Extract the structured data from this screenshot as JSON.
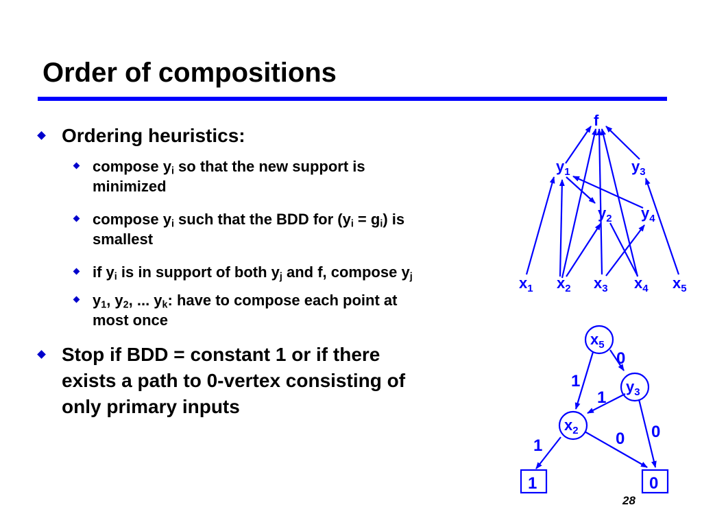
{
  "slide": {
    "title": "Order of compositions",
    "page_number": "28"
  },
  "bullets": {
    "main1": "Ordering heuristics:",
    "sub1": {
      "pre": "compose y",
      "s1": "i",
      "post": " so that the new support is",
      "line2": "minimized"
    },
    "sub2": {
      "pre": "compose y",
      "s1": "i",
      "mid1": " such that the BDD for (y",
      "s2": "i",
      "mid2": " = g",
      "s3": "i",
      "post": ") is",
      "line2": "smallest"
    },
    "sub3": {
      "pre": "if y",
      "s1": "i",
      "mid1": " is in support of both y",
      "s2": "j",
      "mid2": " and f, compose y",
      "s3": "j"
    },
    "sub4": {
      "t1": "y",
      "s1": "1",
      "t2": ", y",
      "s2": "2",
      "t3": ", ... y",
      "s3": "k",
      "post": ": have to compose each point at",
      "line2": "most once"
    },
    "main2": {
      "line1": "Stop if BDD = constant 1 or if there",
      "line2": "exists a path to 0-vertex consisting of",
      "line3": "only primary inputs"
    }
  },
  "network": {
    "f": "f",
    "y1": {
      "base": "y",
      "sub": "1"
    },
    "y2": {
      "base": "y",
      "sub": "2"
    },
    "y3": {
      "base": "y",
      "sub": "3"
    },
    "y4": {
      "base": "y",
      "sub": "4"
    },
    "x1": {
      "base": "x",
      "sub": "1"
    },
    "x2": {
      "base": "x",
      "sub": "2"
    },
    "x3": {
      "base": "x",
      "sub": "3"
    },
    "x4": {
      "base": "x",
      "sub": "4"
    },
    "x5": {
      "base": "x",
      "sub": "5"
    }
  },
  "bdd": {
    "x5": {
      "base": "x",
      "sub": "5"
    },
    "y3": {
      "base": "y",
      "sub": "3"
    },
    "x2": {
      "base": "x",
      "sub": "2"
    },
    "term1": "1",
    "term0": "0",
    "e_x5_x2": "1",
    "e_x5_y3": "0",
    "e_y3_x2": "1",
    "e_y3_0": "0",
    "e_x2_1": "1",
    "e_x2_0": "0"
  },
  "colors": {
    "accent": "#0000ff",
    "bullet": "#0000cc",
    "text": "#000000"
  }
}
